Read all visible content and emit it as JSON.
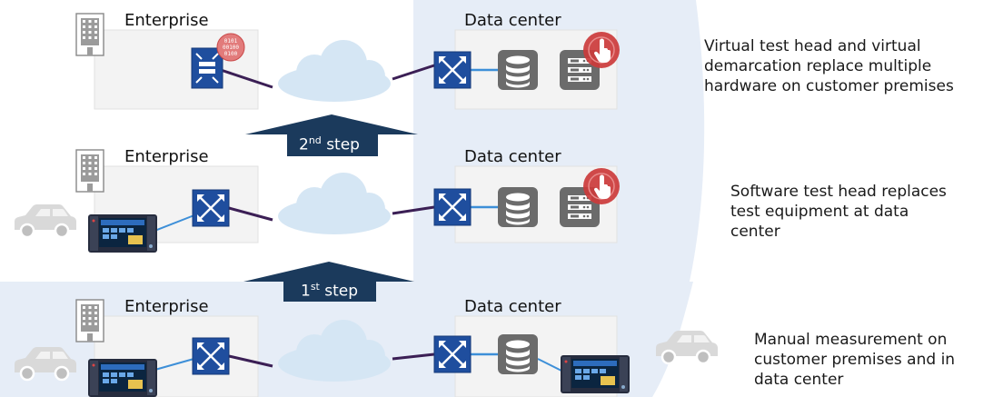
{
  "tiers": [
    {
      "enterprise_label": "Enterprise",
      "datacenter_label": "Data center",
      "description": [
        "Virtual test head and virtual",
        "demarcation replace multiple",
        "hardware on customer premises"
      ]
    },
    {
      "enterprise_label": "Enterprise",
      "datacenter_label": "Data center",
      "description": [
        "Software test head replaces",
        "test equipment at data",
        "center"
      ]
    },
    {
      "enterprise_label": "Enterprise",
      "datacenter_label": "Data center",
      "description": [
        "Manual measurement on",
        "customer premises and in",
        "data center"
      ]
    }
  ],
  "steps": [
    {
      "num": "2",
      "sup": "nd",
      "word": "step"
    },
    {
      "num": "1",
      "sup": "st",
      "word": "step"
    }
  ],
  "binary_text": [
    "0101",
    "00100",
    "0100"
  ],
  "colors": {
    "background_tint": "#e6edf7",
    "box_fill": "#f3f3f3",
    "switch_blue": "#1f4e9e",
    "arrow_navy": "#1b3a5c",
    "cloud": "#d5e6f4",
    "link_purple": "#3b1f55",
    "link_blue": "#3d8fd8",
    "touch_red": "#cc3b3b"
  }
}
